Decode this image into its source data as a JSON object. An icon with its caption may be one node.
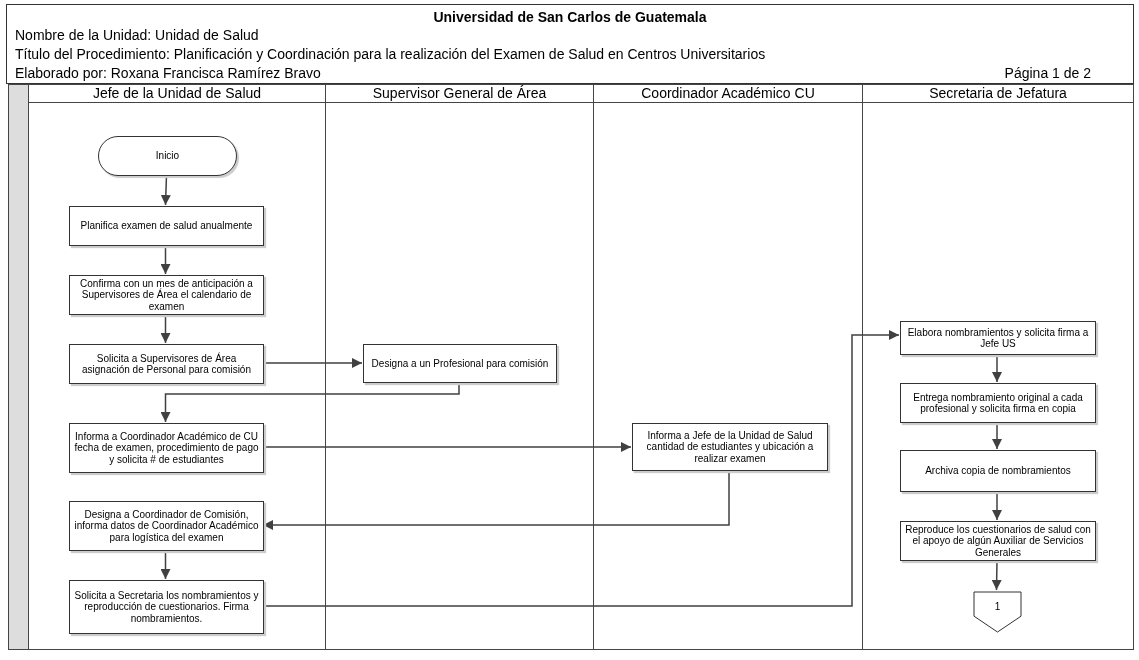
{
  "diagram": {
    "title": "Universidad de San Carlos de Guatemala",
    "nodes": [
      {
        "text": [
          "Jefe de la Unidad de Salud"
        ]
      },
      {
        "text": [
          "Inicio"
        ],
        "in": 0
      },
      {
        "text": [
          "Planifica examen de salud anualmente"
        ],
        "in": 0
      },
      {
        "text": [
          "Confirma con un mes de anticipación a Supervisores de Área el calendario de examen"
        ],
        "in": 0
      },
      {
        "text": [
          "Solicita a Supervisores de Área asignación de Personal para comisión"
        ],
        "in": 0
      },
      {
        "text": [
          "Informa a Coordinador Académico de CU fecha de examen, procedimiento de pago y solicita # de estudiantes"
        ],
        "in": 0
      },
      {
        "text": [
          "Designa a Coordinador de Comisión, informa datos de Coordinador Académico para logística del examen"
        ],
        "in": 0
      },
      {
        "text": [
          "Solicita a Secretaria los nombramientos y reproducción de cuestionarios. Firma nombramientos."
        ],
        "in": 0
      },
      {
        "text": [
          "Supervisor General de Área"
        ]
      },
      {
        "text": [
          "Designa a un Profesional para comisión"
        ],
        "in": 8
      },
      {
        "text": [
          "Coordinador Académico CU"
        ]
      },
      {
        "text": [
          "Informa a Jefe de la Unidad de Salud cantidad de estudiantes y ubicación a realizar examen"
        ],
        "in": 10
      },
      {
        "text": [
          "Secretaria de Jefatura"
        ]
      },
      {
        "text": [
          "Elabora nombramientos y solicita firma a Jefe US"
        ],
        "in": 12
      },
      {
        "text": [
          "Entrega nombramiento original a cada profesional y solicita firma en copia"
        ],
        "in": 12
      },
      {
        "text": [
          "Archiva copia de nombramientos"
        ],
        "in": 12
      },
      {
        "text": [
          "Reproduce los cuestionarios de salud con el apoyo de algún Auxiliar  de Servicios Generales"
        ],
        "in": 12
      },
      {
        "text": [
          "1"
        ],
        "in": 12
      }
    ],
    "edges": [
      {
        "from": 1,
        "to": 2,
        "arrow": "to"
      },
      {
        "from": 2,
        "to": 3,
        "arrow": "to"
      },
      {
        "from": 3,
        "to": 4,
        "arrow": "to"
      },
      {
        "from": 4,
        "to": 9,
        "arrow": "to"
      },
      {
        "from": 9,
        "to": 5,
        "arrow": "to"
      },
      {
        "from": 5,
        "to": 11,
        "arrow": "to"
      },
      {
        "from": 11,
        "to": 6,
        "arrow": "to"
      },
      {
        "from": 6,
        "to": 7,
        "arrow": "to"
      },
      {
        "from": 7,
        "to": 13,
        "arrow": "to"
      },
      {
        "from": 13,
        "to": 14,
        "arrow": "to"
      },
      {
        "from": 14,
        "to": 15,
        "arrow": "to"
      },
      {
        "from": 15,
        "to": 16,
        "arrow": "to"
      },
      {
        "from": 16,
        "to": 17,
        "arrow": "to"
      }
    ],
    "labels": [
      "Nombre de la Unidad: Unidad de Salud",
      "Título del Procedimiento: Planificación y Coordinación para la realización del Examen de Salud en Centros Universitarios",
      "Elaborado por: Roxana Francisca Ramírez Bravo",
      "Página 1 de 2"
    ]
  }
}
